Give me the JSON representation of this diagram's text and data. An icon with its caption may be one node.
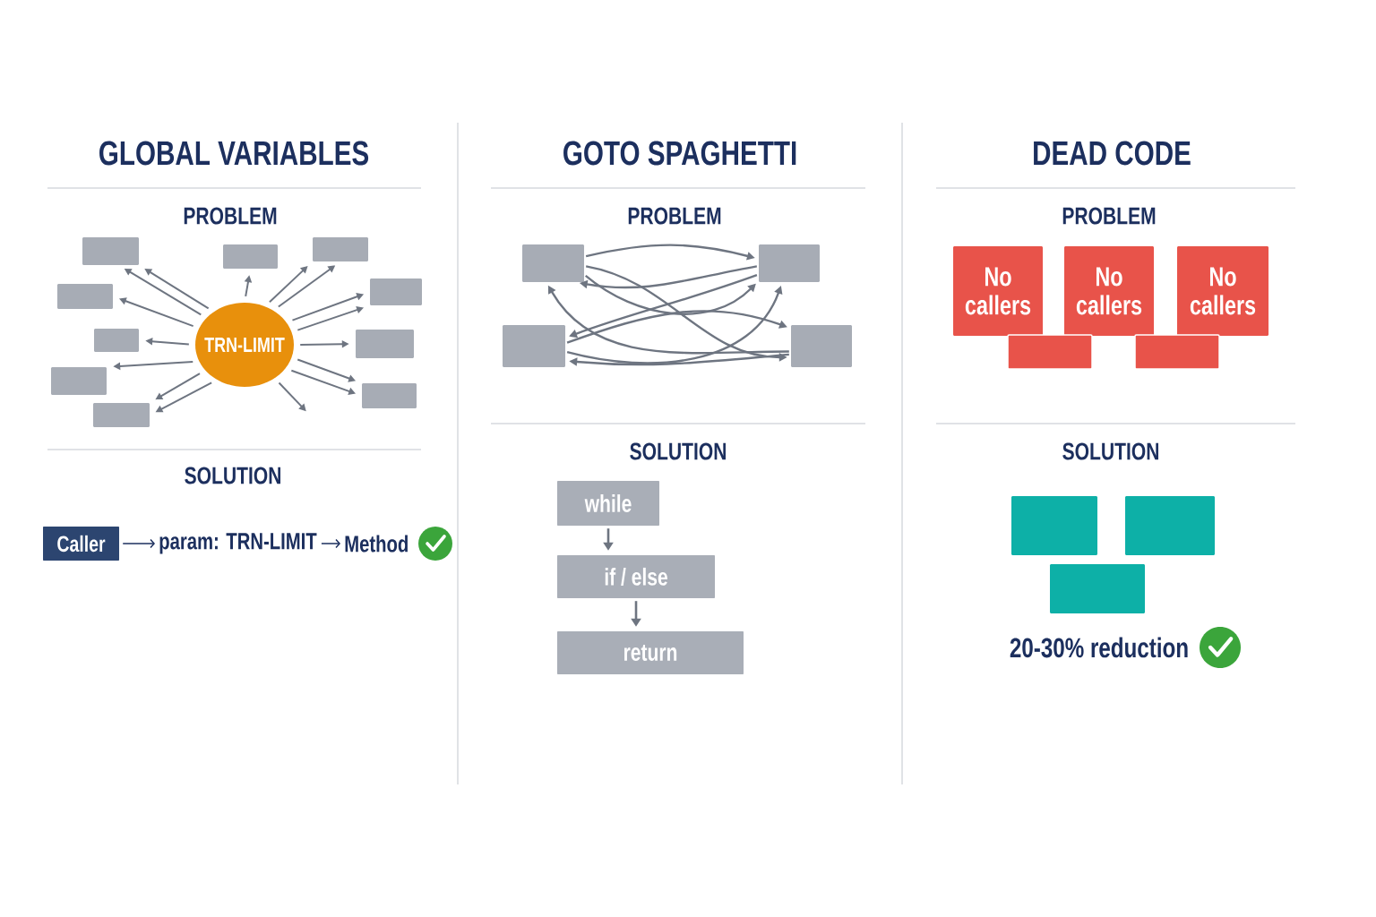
{
  "diagram": {
    "nodes": [
      {
        "text": [],
        "shape": "box"
      },
      {
        "text": [],
        "shape": "box"
      },
      {
        "text": [],
        "shape": "box"
      },
      {
        "text": [],
        "shape": "box"
      },
      {
        "text": [],
        "shape": "box"
      },
      {
        "text": [],
        "shape": "box"
      },
      {
        "text": [
          "TRN-LIMIT"
        ]
      },
      {
        "text": [],
        "shape": "box"
      },
      {
        "text": [],
        "shape": "box"
      },
      {
        "text": [],
        "shape": "box"
      },
      {
        "text": [],
        "shape": "box"
      },
      {
        "text": [
          "Caller"
        ]
      },
      {
        "text": [
          "param: TRN-LIMIT"
        ]
      },
      {
        "text": [
          "Method"
        ]
      },
      {
        "text": [],
        "shape": "box"
      },
      {
        "text": [],
        "shape": "box"
      },
      {
        "text": [],
        "shape": "box"
      },
      {
        "text": [],
        "shape": "box"
      },
      {
        "text": [
          "while"
        ]
      },
      {
        "text": [
          "if / else"
        ]
      },
      {
        "text": [
          "return"
        ]
      },
      {
        "text": [
          "No callers"
        ]
      },
      {
        "text": [
          "No callers"
        ]
      },
      {
        "text": [
          "No callers"
        ]
      },
      {
        "text": [],
        "shape": "box"
      },
      {
        "text": [],
        "shape": "box"
      },
      {
        "text": [],
        "shape": "box"
      },
      {
        "text": [],
        "shape": "box"
      },
      {
        "text": [],
        "shape": "box"
      }
    ],
    "edges": [
      {
        "from": 6,
        "to": 0,
        "arrow": "to"
      },
      {
        "from": 6,
        "to": 0,
        "arrow": "to"
      },
      {
        "from": 6,
        "to": 3,
        "arrow": "to"
      },
      {
        "from": 6,
        "to": 5,
        "arrow": "to"
      },
      {
        "from": 6,
        "to": 8,
        "arrow": "to"
      },
      {
        "from": 6,
        "to": 10,
        "arrow": "to"
      },
      {
        "from": 6,
        "to": 10,
        "arrow": "to"
      },
      {
        "from": 6,
        "to": 1,
        "arrow": "to"
      },
      {
        "from": 6,
        "to": 2,
        "arrow": "to"
      },
      {
        "from": 6,
        "to": 2,
        "arrow": "to"
      },
      {
        "from": 6,
        "to": 4,
        "arrow": "to"
      },
      {
        "from": 6,
        "to": 4,
        "arrow": "to"
      },
      {
        "from": 6,
        "to": 7,
        "arrow": "to"
      },
      {
        "from": 6,
        "to": 9,
        "arrow": "to"
      },
      {
        "from": 6,
        "to": 9,
        "arrow": "to"
      },
      {
        "from": 6,
        "to": null,
        "arrow": "to"
      },
      {
        "from": 11,
        "to": 12,
        "arrow": "to",
        "color": "#1c2f5e"
      },
      {
        "from": 12,
        "to": 13,
        "arrow": "to",
        "color": "#1c2f5e"
      },
      {
        "from": 14,
        "to": 15,
        "arrow": "to"
      },
      {
        "from": 14,
        "to": 17,
        "arrow": "to"
      },
      {
        "from": 14,
        "to": 15,
        "arrow": "to"
      },
      {
        "from": 15,
        "to": 14,
        "arrow": "to"
      },
      {
        "from": 17,
        "to": 14,
        "arrow": "to"
      },
      {
        "from": 15,
        "to": 16,
        "arrow": "to"
      },
      {
        "from": 17,
        "to": 16,
        "arrow": "to"
      },
      {
        "from": 16,
        "to": 17,
        "arrow": "to"
      },
      {
        "from": 16,
        "to": 15,
        "arrow": "to"
      },
      {
        "from": 18,
        "to": 19,
        "arrow": "to"
      },
      {
        "from": 19,
        "to": 20,
        "arrow": "to"
      }
    ],
    "labels": [
      "GLOBAL VARIABLES",
      "PROBLEM",
      "SOLUTION",
      "GOTO SPAGHETTI",
      "PROBLEM",
      "SOLUTION",
      "DEAD CODE",
      "PROBLEM",
      "SOLUTION",
      "20-30% reduction"
    ]
  }
}
